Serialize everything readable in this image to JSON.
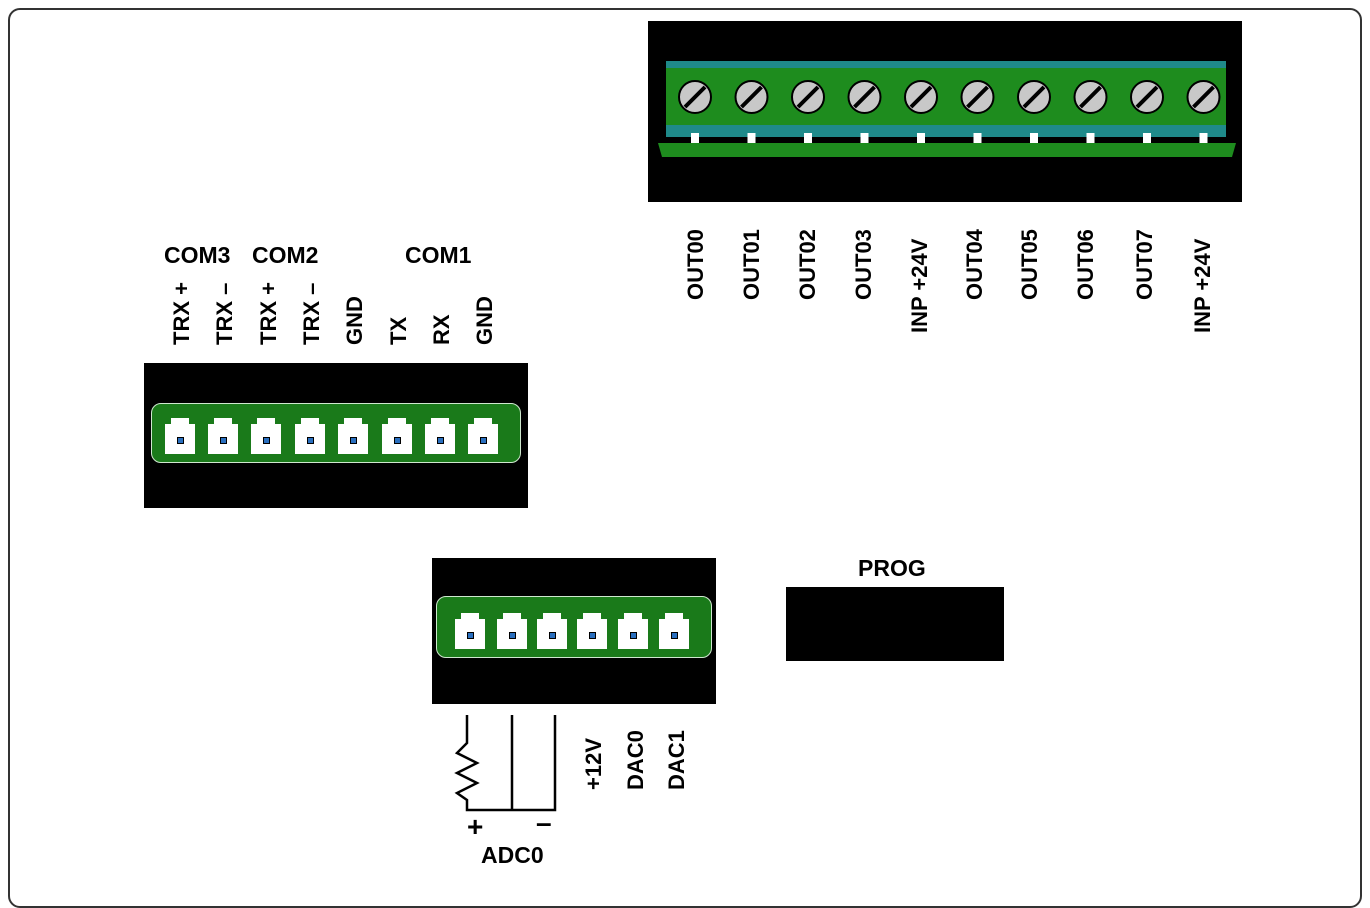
{
  "top_terminal": {
    "labels": [
      "OUT00",
      "OUT01",
      "OUT02",
      "OUT03",
      "INP +24V",
      "OUT04",
      "OUT05",
      "OUT06",
      "OUT07",
      "INP +24V"
    ]
  },
  "com_connector": {
    "headers": {
      "com3": "COM3",
      "com2": "COM2",
      "com1": "COM1"
    },
    "labels": [
      "TRX +",
      "TRX –",
      "TRX +",
      "TRX –",
      "GND",
      "TX",
      "RX",
      "GND"
    ]
  },
  "analog_connector": {
    "labels": [
      "+12V",
      "DAC0",
      "DAC1"
    ],
    "plus": "+",
    "minus": "–",
    "adc_label": "ADC0"
  },
  "prog": {
    "label": "PROG"
  }
}
